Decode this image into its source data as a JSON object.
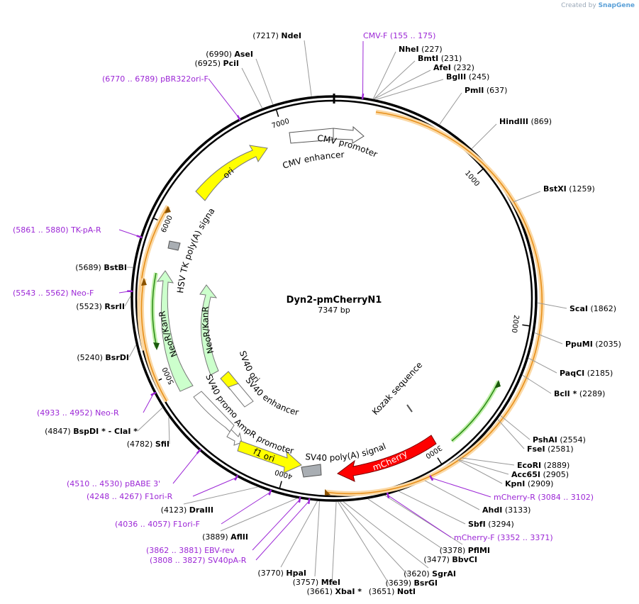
{
  "credit": {
    "prefix": "Created by",
    "brand": "SnapGene"
  },
  "plasmid": {
    "name": "Dyn2-pmCherryN1",
    "length_label": "7347 bp",
    "length": 7347
  },
  "ticks": [
    "1000",
    "2000",
    "3000",
    "4000",
    "5000",
    "6000",
    "7000"
  ],
  "sites": [
    {
      "pos": "(7217)",
      "name": "NdeI",
      "bp": 7217
    },
    {
      "pos": "(6990)",
      "name": "AseI",
      "bp": 6990
    },
    {
      "pos": "(6925)",
      "name": "PciI",
      "bp": 6925
    },
    {
      "pos": "(227)",
      "name": "NheI",
      "bp": 227
    },
    {
      "pos": "(231)",
      "name": "BmtI",
      "bp": 231
    },
    {
      "pos": "(232)",
      "name": "AfeI",
      "bp": 232
    },
    {
      "pos": "(245)",
      "name": "BglII",
      "bp": 245
    },
    {
      "pos": "(637)",
      "name": "PmlI",
      "bp": 637
    },
    {
      "pos": "(869)",
      "name": "HindIII",
      "bp": 869
    },
    {
      "pos": "(1259)",
      "name": "BstXI",
      "bp": 1259
    },
    {
      "pos": "(1862)",
      "name": "ScaI",
      "bp": 1862
    },
    {
      "pos": "(2035)",
      "name": "PpuMI",
      "bp": 2035
    },
    {
      "pos": "(2185)",
      "name": "PaqCI",
      "bp": 2185
    },
    {
      "pos": "(2289)",
      "name": "BclI *",
      "bp": 2289
    },
    {
      "pos": "(2554)",
      "name": "PshAI",
      "bp": 2554
    },
    {
      "pos": "(2581)",
      "name": "FseI",
      "bp": 2581
    },
    {
      "pos": "(2889)",
      "name": "EcoRI",
      "bp": 2889
    },
    {
      "pos": "(2905)",
      "name": "Acc65I",
      "bp": 2905
    },
    {
      "pos": "(2909)",
      "name": "KpnI",
      "bp": 2909
    },
    {
      "pos": "(3133)",
      "name": "AhdI",
      "bp": 3133
    },
    {
      "pos": "(3294)",
      "name": "SbfI",
      "bp": 3294
    },
    {
      "pos": "(3378)",
      "name": "PflMI",
      "bp": 3378
    },
    {
      "pos": "(3477)",
      "name": "BbvCI",
      "bp": 3477
    },
    {
      "pos": "(3620)",
      "name": "SgrAI",
      "bp": 3620
    },
    {
      "pos": "(3639)",
      "name": "BsrGI",
      "bp": 3639
    },
    {
      "pos": "(3651)",
      "name": "NotI",
      "bp": 3651
    },
    {
      "pos": "(3661)",
      "name": "XbaI *",
      "bp": 3661
    },
    {
      "pos": "(3757)",
      "name": "MfeI",
      "bp": 3757
    },
    {
      "pos": "(3770)",
      "name": "HpaI",
      "bp": 3770
    },
    {
      "pos": "(3889)",
      "name": "AflII",
      "bp": 3889
    },
    {
      "pos": "(4123)",
      "name": "DraIII",
      "bp": 4123
    },
    {
      "pos": "(4782)",
      "name": "SfiI",
      "bp": 4782
    },
    {
      "pos": "(4847)",
      "name": "BspDI * - ClaI *",
      "bp": 4847
    },
    {
      "pos": "(5240)",
      "name": "BsrDI",
      "bp": 5240
    },
    {
      "pos": "(5523)",
      "name": "RsrII",
      "bp": 5523
    },
    {
      "pos": "(5689)",
      "name": "BstBI",
      "bp": 5689
    }
  ],
  "primers": [
    {
      "name": "CMV-F",
      "range": "(155 .. 175)"
    },
    {
      "name": "pBR322ori-F",
      "range": "(6770 .. 6789)"
    },
    {
      "name": "TK-pA-R",
      "range": "(5861 .. 5880)"
    },
    {
      "name": "Neo-F",
      "range": "(5543 .. 5562)"
    },
    {
      "name": "Neo-R",
      "range": "(4933 .. 4952)"
    },
    {
      "name": "pBABE 3'",
      "range": "(4510 .. 4530)"
    },
    {
      "name": "F1ori-R",
      "range": "(4248 .. 4267)"
    },
    {
      "name": "F1ori-F",
      "range": "(4036 .. 4057)"
    },
    {
      "name": "EBV-rev",
      "range": "(3862 .. 3881)"
    },
    {
      "name": "SV40pA-R",
      "range": "(3808 .. 3827)"
    },
    {
      "name": "mCherry-R",
      "range": "(3084 .. 3102)"
    },
    {
      "name": "mCherry-F",
      "range": "(3352 .. 3371)"
    }
  ],
  "features": {
    "cmv_promoter": "CMV promoter",
    "cmv_enhancer": "CMV enhancer",
    "ori": "ori",
    "hsv_tk": "HSV TK poly(A) signal",
    "neo_inner": "NeoR/KanR",
    "neo_outer": "NeoR/KanR",
    "sv40_ori": "SV40 ori",
    "sv40_enhancer": "SV40 enhancer",
    "sv40_promoter": "SV40 promoter",
    "ampr_promoter": "AmpR promoter",
    "f1_ori": "f1 ori",
    "sv40_polya": "SV40 poly(A) signal",
    "mcherry": "mCherry",
    "kozak": "Kozak sequence"
  },
  "colors": {
    "backbone": "#000000",
    "orange": "#f5a623",
    "yellow": "#ffff00",
    "green": "#ccffcc",
    "red": "#ff0000",
    "gray": "#a9aeb3",
    "primer": "#9c27d6"
  }
}
